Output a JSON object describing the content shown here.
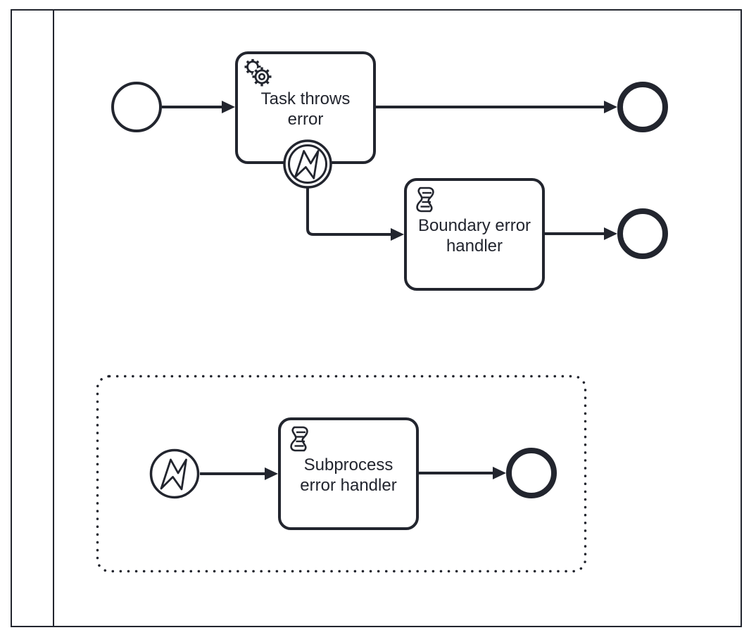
{
  "colors": {
    "stroke": "#22252e",
    "canvas": "#ffffff"
  },
  "pool": {
    "label": ""
  },
  "main_flow": {
    "task": {
      "label": "Task throws\nerror",
      "marker_icon": "service-gears-icon"
    },
    "boundary_task": {
      "label": "Boundary error\nhandler",
      "marker_icon": "script-icon"
    }
  },
  "event_subprocess": {
    "task": {
      "label": "Subprocess\nerror handler",
      "marker_icon": "script-icon"
    }
  }
}
